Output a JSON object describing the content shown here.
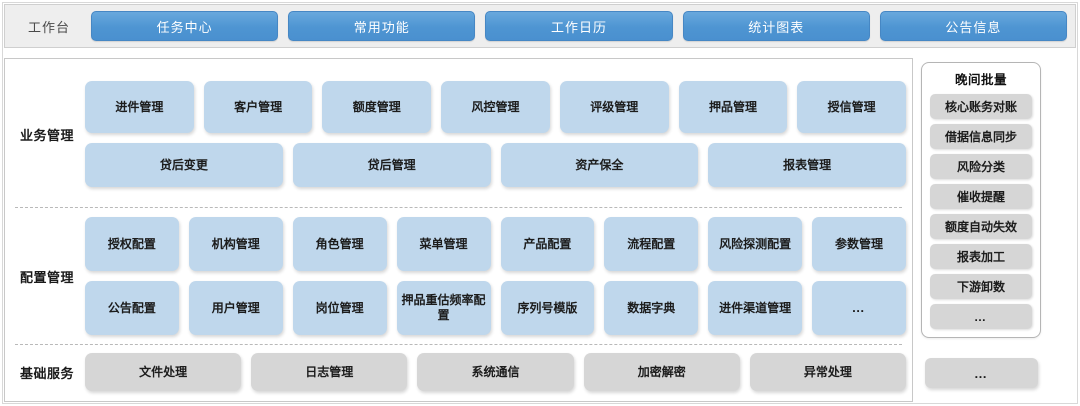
{
  "topbar": {
    "title": "工作台",
    "tabs": [
      {
        "label": "任务中心"
      },
      {
        "label": "常用功能"
      },
      {
        "label": "工作日历"
      },
      {
        "label": "统计图表"
      },
      {
        "label": "公告信息"
      }
    ]
  },
  "sections": {
    "business": {
      "label": "业务管理",
      "row1": [
        {
          "label": "进件管理"
        },
        {
          "label": "客户管理"
        },
        {
          "label": "额度管理"
        },
        {
          "label": "风控管理"
        },
        {
          "label": "评级管理"
        },
        {
          "label": "押品管理"
        },
        {
          "label": "授信管理"
        }
      ],
      "row2": [
        {
          "label": "贷后变更"
        },
        {
          "label": "贷后管理"
        },
        {
          "label": "资产保全"
        },
        {
          "label": "报表管理"
        }
      ]
    },
    "config": {
      "label": "配置管理",
      "row1": [
        {
          "label": "授权配置"
        },
        {
          "label": "机构管理"
        },
        {
          "label": "角色管理"
        },
        {
          "label": "菜单管理"
        },
        {
          "label": "产品配置"
        },
        {
          "label": "流程配置"
        },
        {
          "label": "风险探测配置"
        },
        {
          "label": "参数管理"
        }
      ],
      "row2": [
        {
          "label": "公告配置"
        },
        {
          "label": "用户管理"
        },
        {
          "label": "岗位管理"
        },
        {
          "label": "押品重估频率配置"
        },
        {
          "label": "序列号模版"
        },
        {
          "label": "数据字典"
        },
        {
          "label": "进件渠道管理"
        },
        {
          "label": "…"
        }
      ]
    },
    "base": {
      "label": "基础服务",
      "row1": [
        {
          "label": "文件处理"
        },
        {
          "label": "日志管理"
        },
        {
          "label": "系统通信"
        },
        {
          "label": "加密解密"
        },
        {
          "label": "异常处理"
        }
      ]
    }
  },
  "sidebar": {
    "title": "晚间批量",
    "items": [
      {
        "label": "核心账务对账"
      },
      {
        "label": "借据信息同步"
      },
      {
        "label": "风险分类"
      },
      {
        "label": "催收提醒"
      },
      {
        "label": "额度自动失效"
      },
      {
        "label": "报表加工"
      },
      {
        "label": "下游卸数"
      },
      {
        "label": "…"
      }
    ],
    "bottom_more": "…"
  },
  "colors": {
    "tab_blue": "#4e95d2",
    "card_blue": "#bfd7ec",
    "card_gray": "#d6d6d6",
    "topbar_bg": "#eeeeee"
  }
}
